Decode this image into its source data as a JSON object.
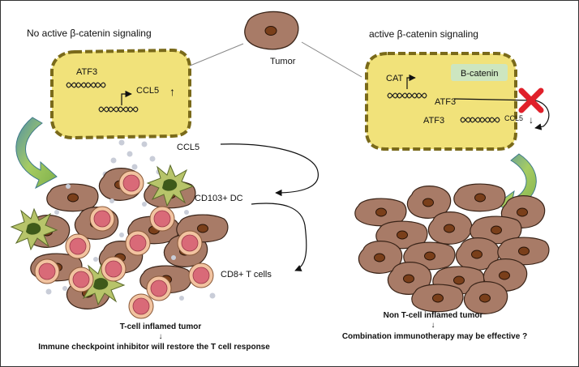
{
  "header": {
    "left_title": "No active β-catenin signaling",
    "right_title": "active β-catenin signaling",
    "tumor_label": "Tumor"
  },
  "left_cell": {
    "gene_atf3": "ATF3",
    "gene_ccl5": "CCL5",
    "ccl5_arrow": "↑"
  },
  "right_cell": {
    "gene_cat": "CAT",
    "beta_catenin": "B-catenin",
    "atf3_upper": "ATF3",
    "atf3_lower": "ATF3",
    "ccl5_label": "CCL5",
    "ccl5_arrow": "↓"
  },
  "flow_labels": {
    "ccl5": "CCL5",
    "cd103_dc": "CD103+ DC",
    "cd8_t_cells": "CD8+ T cells"
  },
  "left_caption": {
    "line1": "T-cell inflamed tumor",
    "arrow": "↓",
    "line2": "Immune checkpoint inhibitor will restore the T cell response"
  },
  "right_caption": {
    "line1": "Non T-cell inflamed tumor",
    "arrow": "↓",
    "line2": "Combination immunotherapy may be effective ?"
  },
  "colors": {
    "cell_fill": "#f1e27a",
    "cell_border": "#7a6a1a",
    "tumor_fill": "#a87b67",
    "tumor_nucleus": "#7a3f1a",
    "tcell_ring": "#f2c3a0",
    "tcell_core": "#d96a78",
    "dc_fill": "#b7c46a",
    "dc_core": "#3e5a1a",
    "curved_arrow": "#9bc45a",
    "beta_catenin_box": "#cde6c0",
    "block_x": "#e0202a",
    "chemokine_dot": "#c9cdd8"
  }
}
